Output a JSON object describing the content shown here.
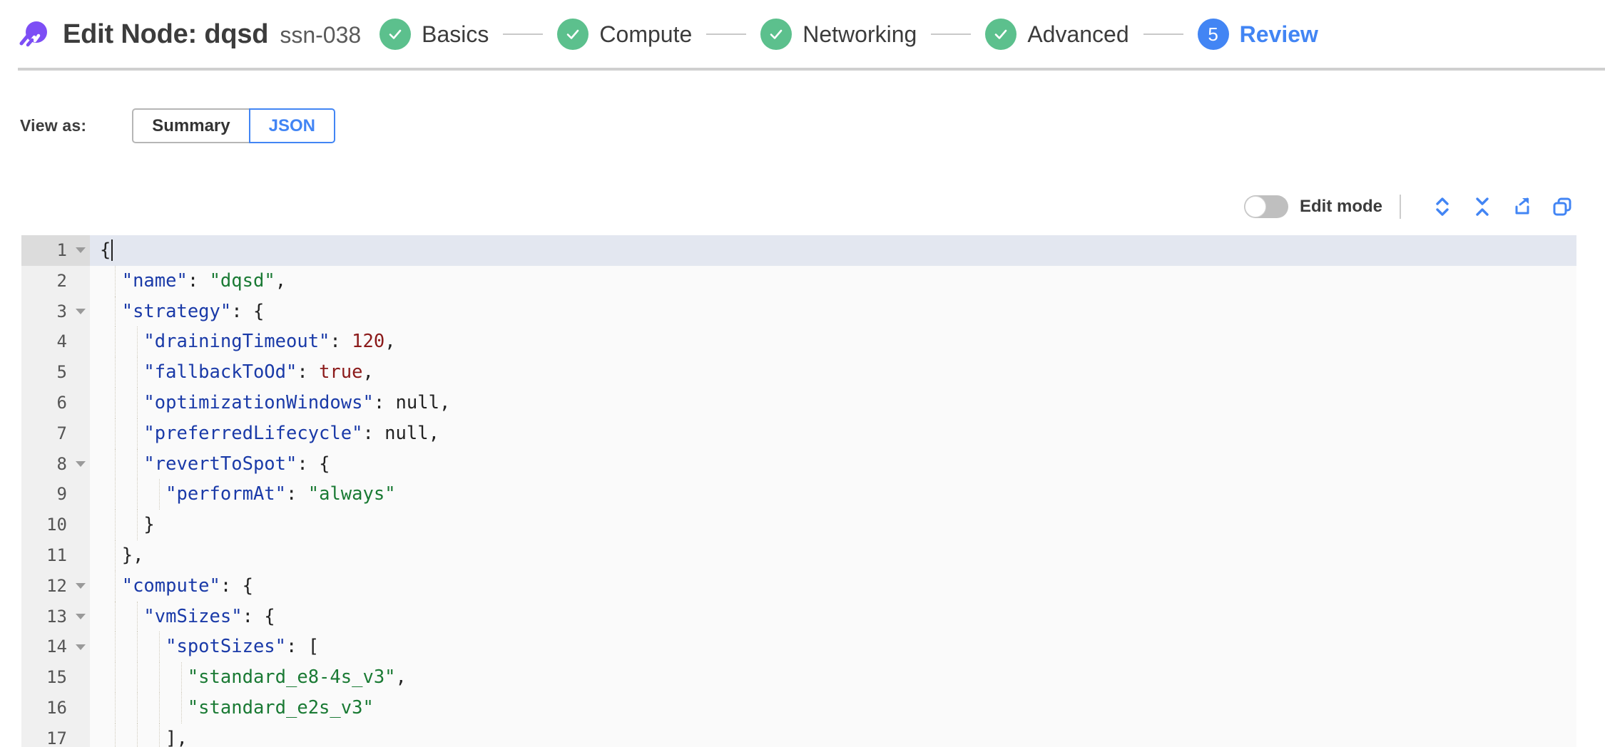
{
  "header": {
    "logo_icon": "spot-logo-icon",
    "title": "Edit Node: dqsd",
    "subtitle": "ssn-038",
    "steps": [
      {
        "label": "Basics",
        "state": "done",
        "badge": "✓"
      },
      {
        "label": "Compute",
        "state": "done",
        "badge": "✓"
      },
      {
        "label": "Networking",
        "state": "done",
        "badge": "✓"
      },
      {
        "label": "Advanced",
        "state": "done",
        "badge": "✓"
      },
      {
        "label": "Review",
        "state": "current",
        "badge": "5"
      }
    ]
  },
  "view_as": {
    "label": "View as:",
    "options": [
      {
        "label": "Summary",
        "selected": false
      },
      {
        "label": "JSON",
        "selected": true
      }
    ]
  },
  "toolbar": {
    "edit_mode_label": "Edit mode",
    "edit_mode_on": false,
    "icons": [
      {
        "name": "expand-all-icon",
        "title": "Expand all"
      },
      {
        "name": "collapse-all-icon",
        "title": "Collapse all"
      },
      {
        "name": "share-icon",
        "title": "Share"
      },
      {
        "name": "copy-icon",
        "title": "Copy"
      }
    ]
  },
  "colors": {
    "brand_purple": "#7d4ef5",
    "accent_blue": "#4285f4",
    "step_green": "#5cc08d",
    "json_key": "#1a3aa8",
    "json_string": "#1a7a34",
    "json_number": "#8b1a1a",
    "active_line": "#e3e7f0",
    "editor_bg": "#fafafa",
    "gutter_bg": "#f0f0f0"
  },
  "editor": {
    "active_line": 1,
    "lines": [
      {
        "n": 1,
        "fold": true,
        "indent": 0,
        "tokens": [
          {
            "t": "punct",
            "v": "{"
          }
        ],
        "cursor": true
      },
      {
        "n": 2,
        "fold": false,
        "indent": 1,
        "tokens": [
          {
            "t": "key",
            "v": "\"name\""
          },
          {
            "t": "punct",
            "v": ": "
          },
          {
            "t": "str",
            "v": "\"dqsd\""
          },
          {
            "t": "punct",
            "v": ","
          }
        ]
      },
      {
        "n": 3,
        "fold": true,
        "indent": 1,
        "tokens": [
          {
            "t": "key",
            "v": "\"strategy\""
          },
          {
            "t": "punct",
            "v": ": {"
          }
        ]
      },
      {
        "n": 4,
        "fold": false,
        "indent": 2,
        "tokens": [
          {
            "t": "key",
            "v": "\"drainingTimeout\""
          },
          {
            "t": "punct",
            "v": ": "
          },
          {
            "t": "num",
            "v": "120"
          },
          {
            "t": "punct",
            "v": ","
          }
        ]
      },
      {
        "n": 5,
        "fold": false,
        "indent": 2,
        "tokens": [
          {
            "t": "key",
            "v": "\"fallbackToOd\""
          },
          {
            "t": "punct",
            "v": ": "
          },
          {
            "t": "lit",
            "v": "true"
          },
          {
            "t": "punct",
            "v": ","
          }
        ]
      },
      {
        "n": 6,
        "fold": false,
        "indent": 2,
        "tokens": [
          {
            "t": "key",
            "v": "\"optimizationWindows\""
          },
          {
            "t": "punct",
            "v": ": null,"
          }
        ]
      },
      {
        "n": 7,
        "fold": false,
        "indent": 2,
        "tokens": [
          {
            "t": "key",
            "v": "\"preferredLifecycle\""
          },
          {
            "t": "punct",
            "v": ": null,"
          }
        ]
      },
      {
        "n": 8,
        "fold": true,
        "indent": 2,
        "tokens": [
          {
            "t": "key",
            "v": "\"revertToSpot\""
          },
          {
            "t": "punct",
            "v": ": {"
          }
        ]
      },
      {
        "n": 9,
        "fold": false,
        "indent": 3,
        "tokens": [
          {
            "t": "key",
            "v": "\"performAt\""
          },
          {
            "t": "punct",
            "v": ": "
          },
          {
            "t": "str",
            "v": "\"always\""
          }
        ]
      },
      {
        "n": 10,
        "fold": false,
        "indent": 2,
        "tokens": [
          {
            "t": "punct",
            "v": "}"
          }
        ]
      },
      {
        "n": 11,
        "fold": false,
        "indent": 1,
        "tokens": [
          {
            "t": "punct",
            "v": "},"
          }
        ]
      },
      {
        "n": 12,
        "fold": true,
        "indent": 1,
        "tokens": [
          {
            "t": "key",
            "v": "\"compute\""
          },
          {
            "t": "punct",
            "v": ": {"
          }
        ]
      },
      {
        "n": 13,
        "fold": true,
        "indent": 2,
        "tokens": [
          {
            "t": "key",
            "v": "\"vmSizes\""
          },
          {
            "t": "punct",
            "v": ": {"
          }
        ]
      },
      {
        "n": 14,
        "fold": true,
        "indent": 3,
        "tokens": [
          {
            "t": "key",
            "v": "\"spotSizes\""
          },
          {
            "t": "punct",
            "v": ": ["
          }
        ]
      },
      {
        "n": 15,
        "fold": false,
        "indent": 4,
        "tokens": [
          {
            "t": "str",
            "v": "\"standard_e8-4s_v3\""
          },
          {
            "t": "punct",
            "v": ","
          }
        ]
      },
      {
        "n": 16,
        "fold": false,
        "indent": 4,
        "tokens": [
          {
            "t": "str",
            "v": "\"standard_e2s_v3\""
          }
        ]
      },
      {
        "n": 17,
        "fold": false,
        "indent": 3,
        "tokens": [
          {
            "t": "punct",
            "v": "],"
          }
        ]
      }
    ]
  }
}
